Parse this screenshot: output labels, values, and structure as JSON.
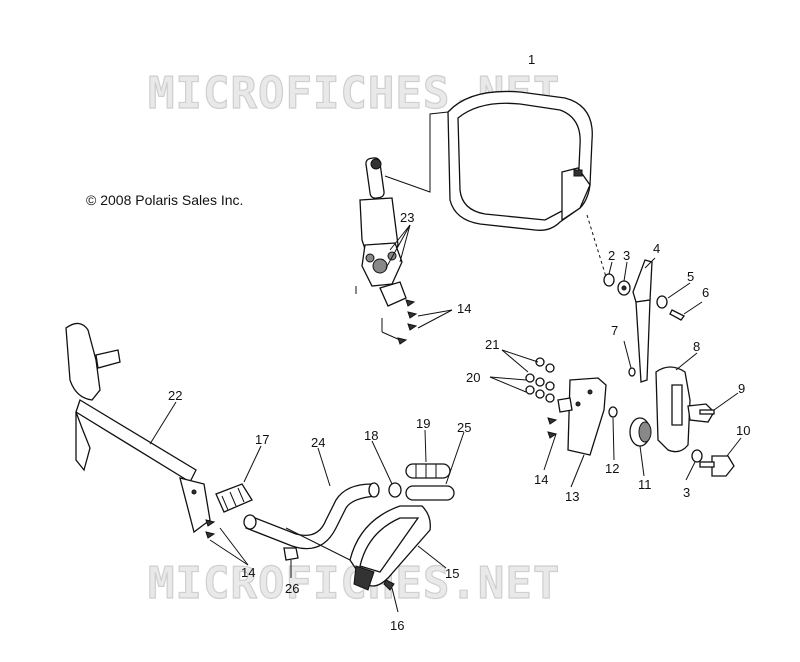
{
  "copyright": "© 2008 Polaris Sales Inc.",
  "watermark_top": "MICROFICHES.NET",
  "watermark_bottom": "MICROFICHES.NET",
  "callouts": {
    "c1": "1",
    "c2": "2",
    "c3a": "3",
    "c4": "4",
    "c5": "5",
    "c6": "6",
    "c7": "7",
    "c8": "8",
    "c9": "9",
    "c10": "10",
    "c3b": "3",
    "c11": "11",
    "c12": "12",
    "c13": "13",
    "c14a": "14",
    "c14b": "14",
    "c14c": "14",
    "c15": "15",
    "c16": "16",
    "c17": "17",
    "c18": "18",
    "c19": "19",
    "c20": "20",
    "c21": "21",
    "c22": "22",
    "c23": "23",
    "c24": "24",
    "c25": "25",
    "c26": "26"
  }
}
